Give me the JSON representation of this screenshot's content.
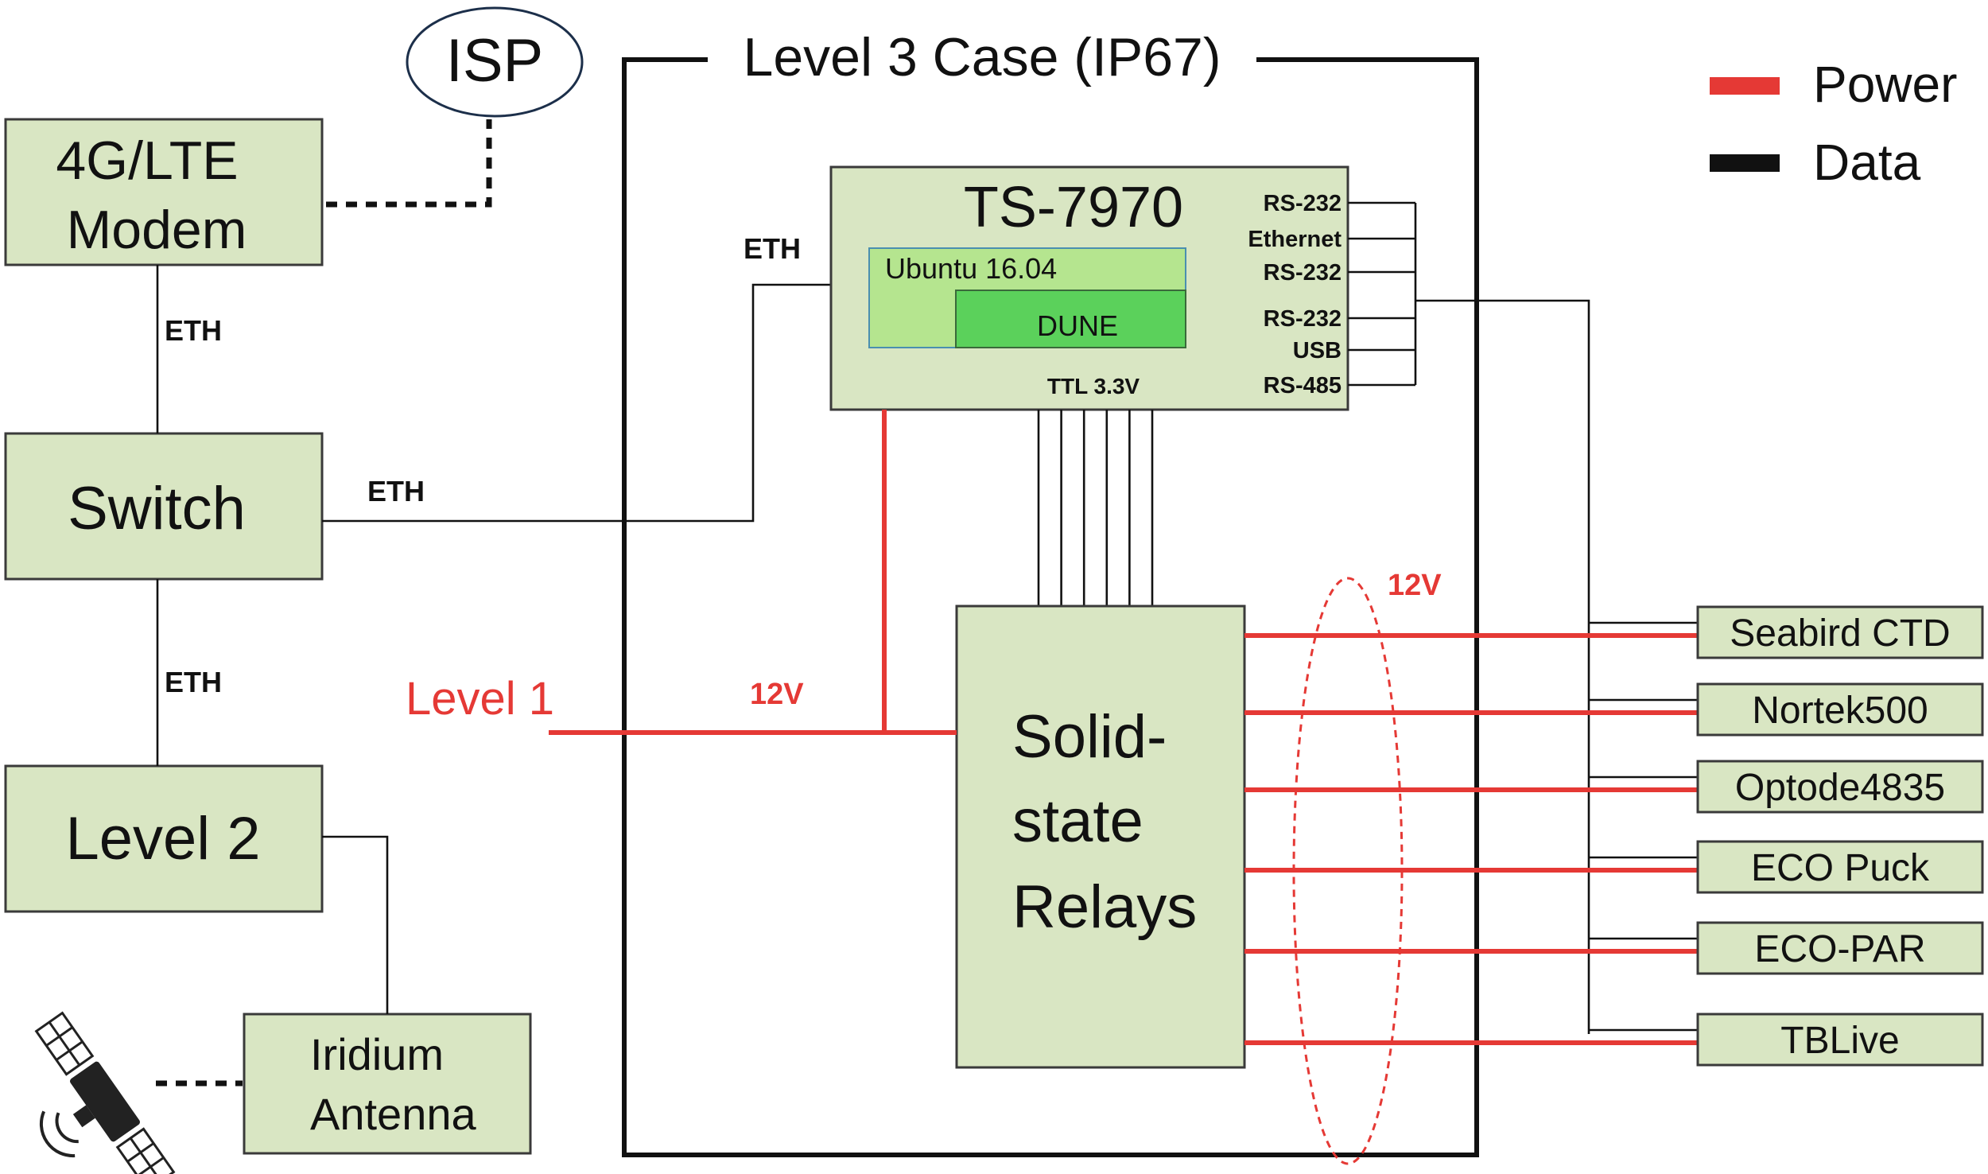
{
  "isp": "ISP",
  "modem": [
    "4G/LTE",
    "Modem"
  ],
  "switch": "Switch",
  "level2": "Level 2",
  "iridium": [
    "Iridium",
    "Antenna"
  ],
  "case_title": "Level 3 Case (IP67)",
  "ts": {
    "title": "TS-7970",
    "os": "Ubuntu 16.04",
    "dune": "DUNE",
    "ttl": "TTL 3.3V",
    "ports": [
      "RS-232",
      "Ethernet",
      "RS-232",
      "RS-232",
      "USB",
      "RS-485"
    ]
  },
  "eth_labels": [
    "ETH",
    "ETH",
    "ETH",
    "ETH"
  ],
  "level1": "Level 1",
  "v12": [
    "12V",
    "12V"
  ],
  "relays": [
    "Solid-",
    "state",
    "Relays"
  ],
  "sensors": [
    "Seabird CTD",
    "Nortek500",
    "Optode4835",
    "ECO Puck",
    "ECO-PAR",
    "TBLive"
  ],
  "legend": [
    {
      "label": "Power",
      "color": "#e53935"
    },
    {
      "label": "Data",
      "color": "#111111"
    }
  ],
  "icons": [
    "satellite-icon"
  ]
}
